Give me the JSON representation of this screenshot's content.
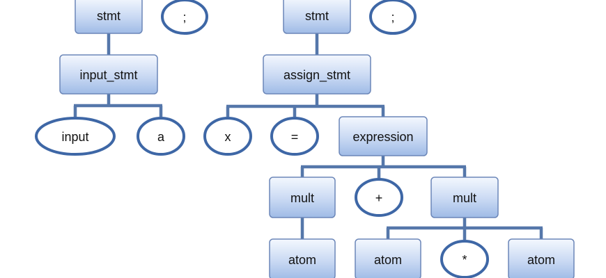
{
  "nodes": {
    "stmt_1": {
      "label": "stmt",
      "shape": "box"
    },
    "semicolon_1": {
      "label": ";",
      "shape": "oval"
    },
    "stmt_2": {
      "label": "stmt",
      "shape": "box"
    },
    "semicolon_2": {
      "label": ";",
      "shape": "oval"
    },
    "input_stmt": {
      "label": "input_stmt",
      "shape": "box"
    },
    "assign_stmt": {
      "label": "assign_stmt",
      "shape": "box"
    },
    "input_kw": {
      "label": "input",
      "shape": "oval"
    },
    "a": {
      "label": "a",
      "shape": "oval"
    },
    "x": {
      "label": "x",
      "shape": "oval"
    },
    "equals": {
      "label": "=",
      "shape": "oval"
    },
    "expression": {
      "label": "expression",
      "shape": "box"
    },
    "mult_1": {
      "label": "mult",
      "shape": "box"
    },
    "plus": {
      "label": "+",
      "shape": "oval"
    },
    "mult_2": {
      "label": "mult",
      "shape": "box"
    },
    "atom_1": {
      "label": "atom",
      "shape": "box"
    },
    "atom_2": {
      "label": "atom",
      "shape": "box"
    },
    "star": {
      "label": "*",
      "shape": "oval"
    },
    "atom_3": {
      "label": "atom",
      "shape": "box"
    }
  },
  "edges": [
    [
      "stmt_1",
      "input_stmt"
    ],
    [
      "input_stmt",
      "input_kw"
    ],
    [
      "input_stmt",
      "a"
    ],
    [
      "stmt_2",
      "assign_stmt"
    ],
    [
      "assign_stmt",
      "x"
    ],
    [
      "assign_stmt",
      "equals"
    ],
    [
      "assign_stmt",
      "expression"
    ],
    [
      "expression",
      "mult_1"
    ],
    [
      "expression",
      "plus"
    ],
    [
      "expression",
      "mult_2"
    ],
    [
      "mult_1",
      "atom_1"
    ],
    [
      "mult_2",
      "atom_2"
    ],
    [
      "mult_2",
      "star"
    ],
    [
      "mult_2",
      "atom_3"
    ]
  ],
  "colors": {
    "box_fill_top": "#f4f8fe",
    "box_fill_bottom": "#9fbbe6",
    "box_stroke": "#6b86b8",
    "oval_stroke": "#3e67a6",
    "connector": "#5577aa",
    "text": "#111111"
  }
}
